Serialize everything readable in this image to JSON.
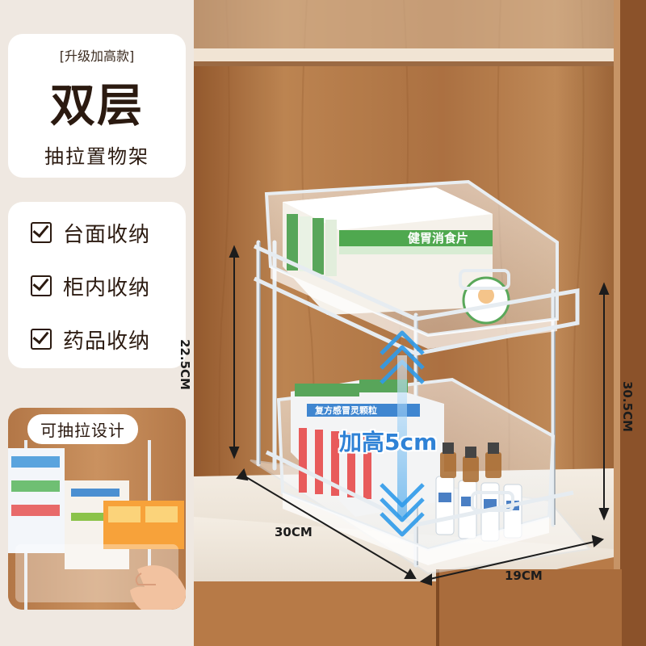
{
  "title_card": {
    "tag": "[升级加高款]",
    "headline": "双层",
    "subtitle": "抽拉置物架"
  },
  "features": [
    {
      "label": "台面收纳",
      "icon": "checkbox-icon"
    },
    {
      "label": "柜内收纳",
      "icon": "checkbox-icon"
    },
    {
      "label": "药品收纳",
      "icon": "checkbox-icon"
    }
  ],
  "pull_card": {
    "label": "可抽拉设计"
  },
  "dimensions": {
    "height_inner": "22.5CM",
    "height_total": "30.5CM",
    "depth": "30CM",
    "width": "19CM"
  },
  "badge": {
    "text": "加高5cm",
    "color": "#2f82d6"
  },
  "box_labels": {
    "top_box": "健胃消食片",
    "bottom_box": "复方感冒灵颗粒"
  },
  "colors": {
    "wood": "#b97a47",
    "panel": "#ffffff",
    "background": "#efe8e1",
    "text": "#2b1a10"
  }
}
